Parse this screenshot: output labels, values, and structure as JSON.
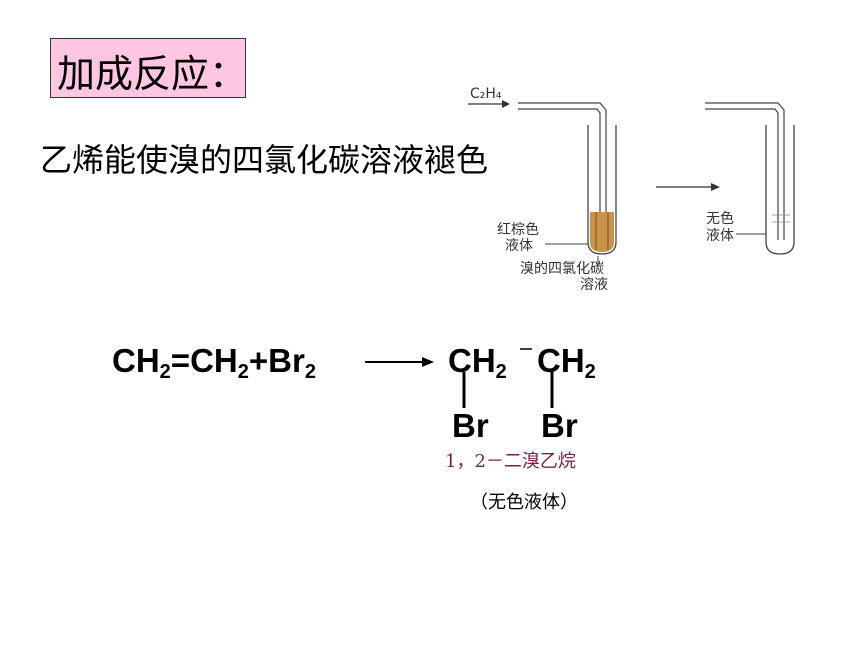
{
  "title": "加成反应：",
  "subtitle": "乙烯能使溴的四氯化碳溶液褪色",
  "equation": {
    "reactant_1": "CH",
    "reactant_1_sub": "2",
    "eq_sign": "=",
    "reactant_2": "CH",
    "reactant_2_sub": "2",
    "plus": "+",
    "reactant_3": "Br",
    "reactant_3_sub": "2",
    "product_left": "CH",
    "product_left_sub": "2",
    "product_right": "CH",
    "product_right_sub": "2",
    "br_left": "Br",
    "br_right": "Br"
  },
  "product_name": "1，2－二溴乙烷",
  "product_state": "（无色液体）",
  "apparatus": {
    "gas_label": "C₂H₄",
    "left_tube_label_1": "红棕色",
    "left_tube_label_2": "液体",
    "left_tube_bottom_1": "溴的四氯化碳",
    "left_tube_bottom_2": "溶液",
    "right_tube_label_1": "无色",
    "right_tube_label_2": "液体",
    "liquid_color": "#c8924a"
  }
}
